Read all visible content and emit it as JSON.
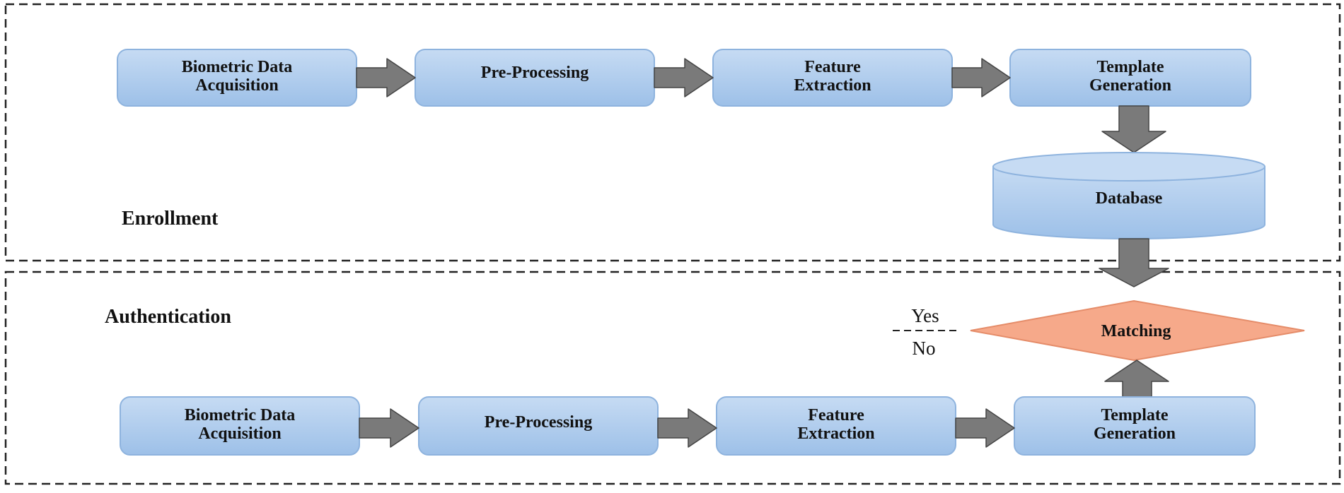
{
  "sections": {
    "enrollment": "Enrollment",
    "authentication": "Authentication"
  },
  "enrollment": {
    "steps": [
      [
        "Biometric Data",
        "Acquisition"
      ],
      [
        "Pre-Processing"
      ],
      [
        "Feature",
        "Extraction"
      ],
      [
        "Template",
        "Generation"
      ]
    ],
    "database": "Database"
  },
  "authentication": {
    "steps": [
      [
        "Biometric Data",
        "Acquisition"
      ],
      [
        "Pre-Processing"
      ],
      [
        "Feature",
        "Extraction"
      ],
      [
        "Template",
        "Generation"
      ]
    ],
    "matching": "Matching",
    "decision_yes": "Yes",
    "decision_no": "No"
  },
  "colors": {
    "box_fill_top": "#c6dbf3",
    "box_fill_bottom": "#9dc0e8",
    "box_stroke": "#8eb3de",
    "arrow_fill": "#7a7a7a",
    "arrow_stroke": "#444444",
    "diamond_fill": "#f6a98a",
    "diamond_stroke": "#e58c69",
    "dash_stroke": "#222222"
  }
}
